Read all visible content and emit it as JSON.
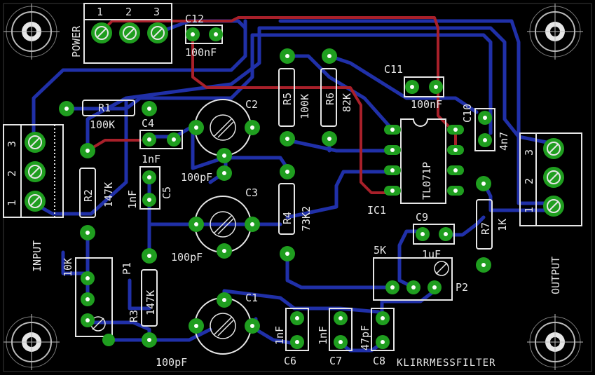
{
  "board": {
    "project_title": "KLIRRMESSFILTER",
    "connectors": {
      "power": {
        "label": "POWER",
        "pins": [
          "1",
          "2",
          "3"
        ]
      },
      "input": {
        "label": "INPUT",
        "pins": [
          "1",
          "2",
          "3"
        ]
      },
      "output": {
        "label": "OUTPUT",
        "pins": [
          "1",
          "2",
          "3"
        ]
      }
    },
    "components": {
      "c12": {
        "name": "C12",
        "value": "100nF"
      },
      "r1": {
        "name": "R1",
        "value": "100K"
      },
      "c4": {
        "name": "C4",
        "value": "1nF"
      },
      "c5": {
        "name": "C5",
        "value": "1nF"
      },
      "c2": {
        "name": "C2",
        "value": "100pF"
      },
      "c3": {
        "name": "C3",
        "value": "100pF"
      },
      "c1": {
        "name": "C1",
        "value": "100pF"
      },
      "r2": {
        "name": "R2",
        "value": "147K"
      },
      "r3": {
        "name": "R3",
        "value": "147K"
      },
      "r4": {
        "name": "R4",
        "value": "73K2"
      },
      "r5": {
        "name": "R5",
        "value": "100K"
      },
      "r6": {
        "name": "R6",
        "value": "82K"
      },
      "r7": {
        "name": "R7",
        "value": "1K"
      },
      "c11": {
        "name": "C11",
        "value": "100nF"
      },
      "c10": {
        "name": "C10",
        "value": "4n7"
      },
      "c9": {
        "name": "C9",
        "value": "1uF"
      },
      "ic1": {
        "name": "IC1",
        "value": "TL071P"
      },
      "p1": {
        "name": "P1",
        "value": "10K"
      },
      "p2": {
        "name": "P2",
        "value": "5K"
      },
      "c6": {
        "name": "C6",
        "value": "1nF"
      },
      "c7": {
        "name": "C7",
        "value": "1nF"
      },
      "c8": {
        "name": "C8",
        "value": "47pF"
      }
    }
  },
  "colors": {
    "background": "#000000",
    "bottom_trace": "#2030a8",
    "top_trace": "#a8202a",
    "pad": "#1f9e1f",
    "silkscreen": "#e6e6e6",
    "dimension": "#7a7a7a"
  }
}
